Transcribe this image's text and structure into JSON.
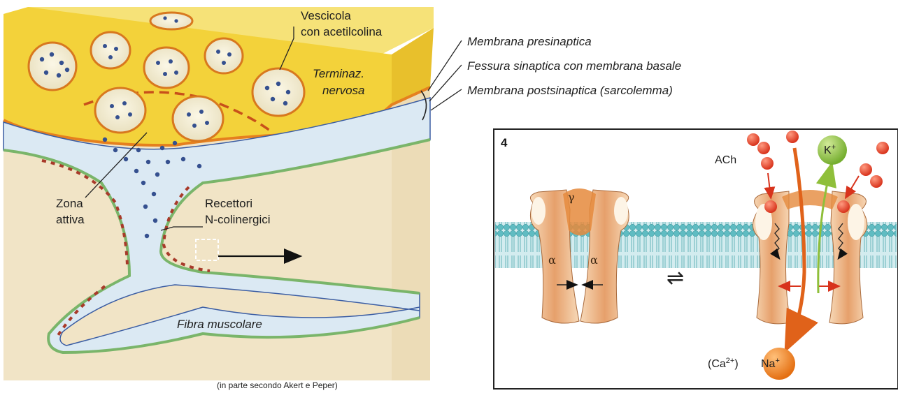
{
  "left_diagram": {
    "label_vesicle_line1": "Vescicola",
    "label_vesicle_line2": "con acetilcolina",
    "label_terminal_line1": "Terminaz.",
    "label_terminal_line2": "nervosa",
    "label_presynaptic": "Membrana presinaptica",
    "label_cleft": "Fessura sinaptica con membrana basale",
    "label_postsynaptic": "Membrana postsinaptica (sarcolemma)",
    "label_active_zone_line1": "Zona",
    "label_active_zone_line2": "attiva",
    "label_receptors_line1": "Recettori",
    "label_receptors_line2": "N-colinergici",
    "label_muscle": "Fibra muscolare",
    "caption": "(in parte secondo Akert e Peper)"
  },
  "panel": {
    "number": "4",
    "ach": "ACh",
    "k_ion": "K",
    "k_charge": "+",
    "na_ion": "Na",
    "na_charge": "+",
    "ca_ion": "(Ca",
    "ca_charge": "2+",
    "ca_close": ")",
    "gamma": "γ",
    "alpha": "α",
    "equilibrium": "⇌"
  },
  "colors": {
    "terminal_yellow": "#f3d23a",
    "membrane_green": "#7ab56a",
    "cleft_blue": "#dbe9f3",
    "muscle_tan": "#f1e4c6",
    "receptor_red": "#a83a2a",
    "membrane_cyan": "#69c2c6",
    "channel_orange": "#e2905a",
    "ach_red": "#e2442a",
    "k_green": "#8fc44a",
    "na_orange": "#f08a2e"
  }
}
